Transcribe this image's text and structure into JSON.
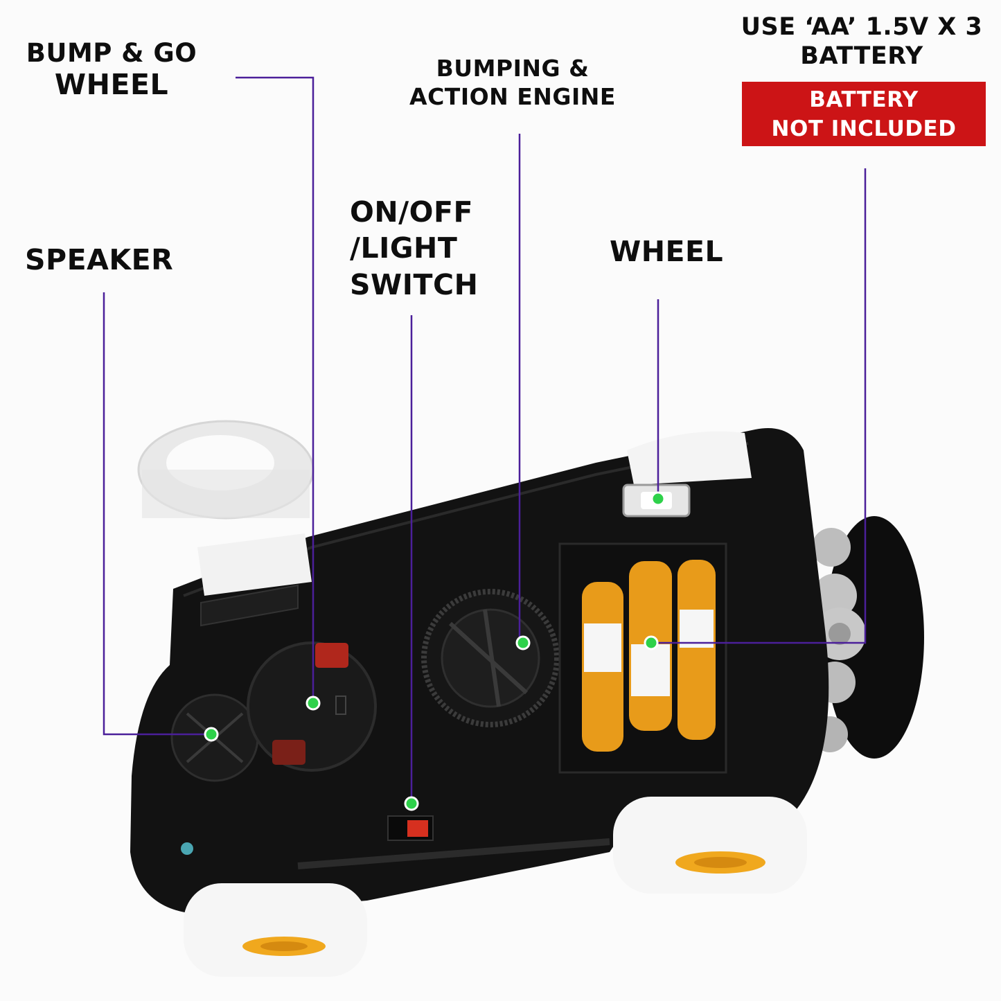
{
  "labels": {
    "bump_go_line1": "BUMP & GO",
    "bump_go_line2": "WHEEL",
    "engine_line1": "BUMPING &",
    "engine_line2": "ACTION ENGINE",
    "battery_line1": "USE ‘AA’ 1.5V X 3",
    "battery_line2": "BATTERY",
    "speaker": "SPEAKER",
    "switch_line1": "ON/OFF",
    "switch_line2": "/LIGHT",
    "switch_line3": "SWITCH",
    "wheel": "WHEEL"
  },
  "badge": {
    "line1": "BATTERY",
    "line2": "NOT INCLUDED",
    "color": "#cc1416"
  },
  "colors": {
    "leader_line": "#4b1f9a",
    "marker_dot": "#2ed14a",
    "car_body": "#121212",
    "wheel": "#f3f3f3",
    "hub": "#f0a81e",
    "battery": "#e89b1a"
  }
}
